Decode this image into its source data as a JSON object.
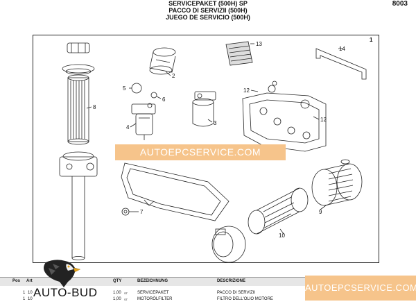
{
  "header": {
    "title_de": "SERVICEPAKET (500H) SP",
    "title_it": "PACCO DI SERVIZII (500H)",
    "title_es": "JUEGO DE SERVICIO (500H)",
    "page_number": "8003"
  },
  "diagram": {
    "corner_mark": "1",
    "callouts": [
      "1",
      "2",
      "3",
      "4",
      "5",
      "6",
      "7",
      "8",
      "9",
      "10",
      "12",
      "12",
      "13",
      "14"
    ]
  },
  "watermark": {
    "center_text": "AUTOEPCSERVICE.COM",
    "corner_text": "AUTOEPCSERVICE.COM"
  },
  "logo": {
    "text": "AUTO-BUD"
  },
  "table": {
    "headers": [
      "Pos",
      "Art",
      "QTY",
      "BEZEICHNUNG",
      "DESCRIZIONE"
    ],
    "rows": [
      {
        "pos": "1",
        "art": "10",
        "qty": "1,00",
        "unit": "ST",
        "bez": "SERVICEPAKET",
        "desc": "PACCO DI SERVIZII"
      },
      {
        "pos": "1",
        "art": "10",
        "qty": "1,00",
        "unit": "ST",
        "bez": "MOTORÖLFILTER",
        "desc": "FILTRO DELL'OLIO MOTORE"
      }
    ]
  }
}
